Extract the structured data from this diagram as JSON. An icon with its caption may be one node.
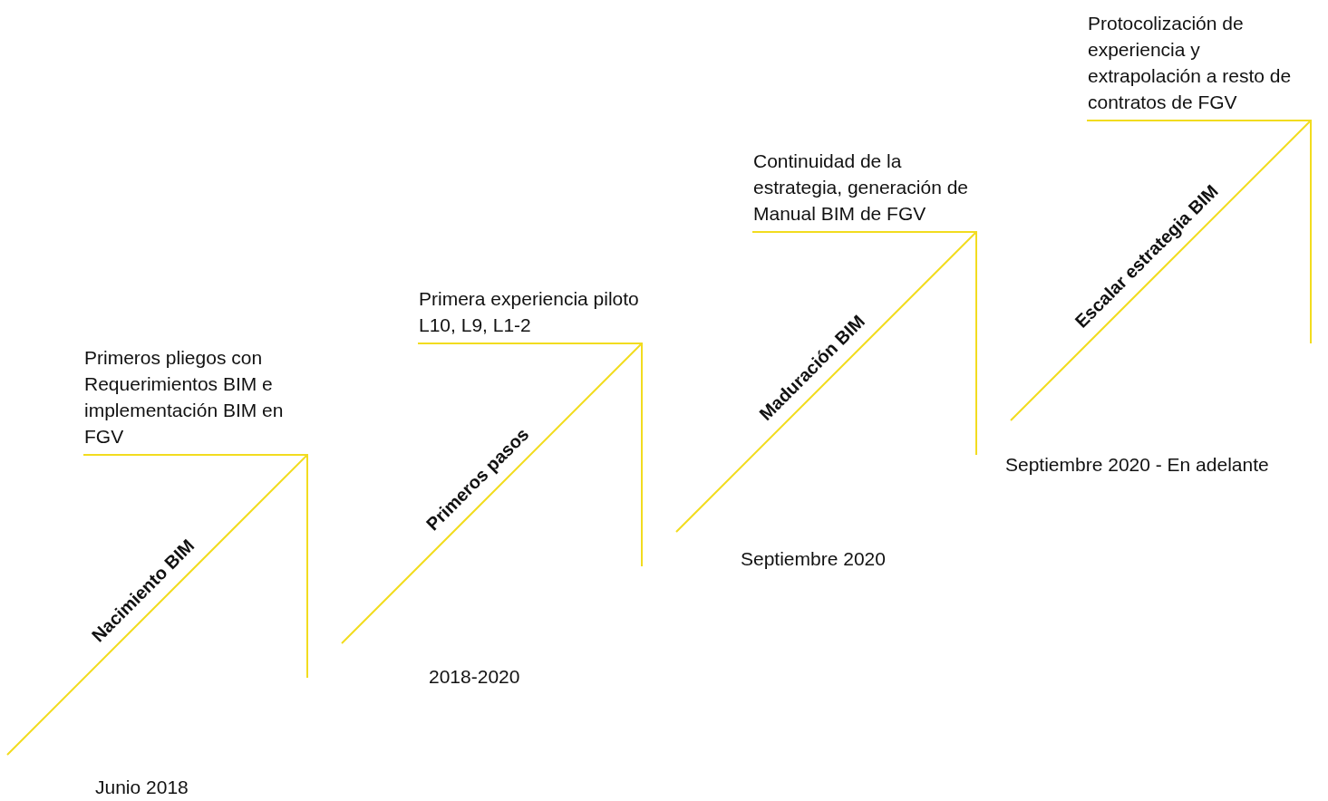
{
  "diagram": {
    "nodes": [
      {
        "text": [
          "Nacimiento BIM",
          "Primeros pliegos con Requerimientos BIM e implementación BIM en FGV"
        ],
        "beside": [
          "Junio 2018"
        ]
      },
      {
        "text": [
          "Primeros pasos",
          "Primera experiencia piloto L10, L9, L1-2"
        ],
        "beside": [
          "2018-2020"
        ]
      },
      {
        "text": [
          "Maduración BIM",
          "Continuidad de la estrategia, generación de Manual BIM de FGV"
        ],
        "beside": [
          "Septiembre 2020"
        ]
      },
      {
        "text": [
          "Escalar estrategia BIM",
          "Protocolización de experiencia y extrapolación a resto de contratos de FGV"
        ],
        "beside": [
          "Septiembre 2020 - En adelante"
        ]
      }
    ]
  }
}
